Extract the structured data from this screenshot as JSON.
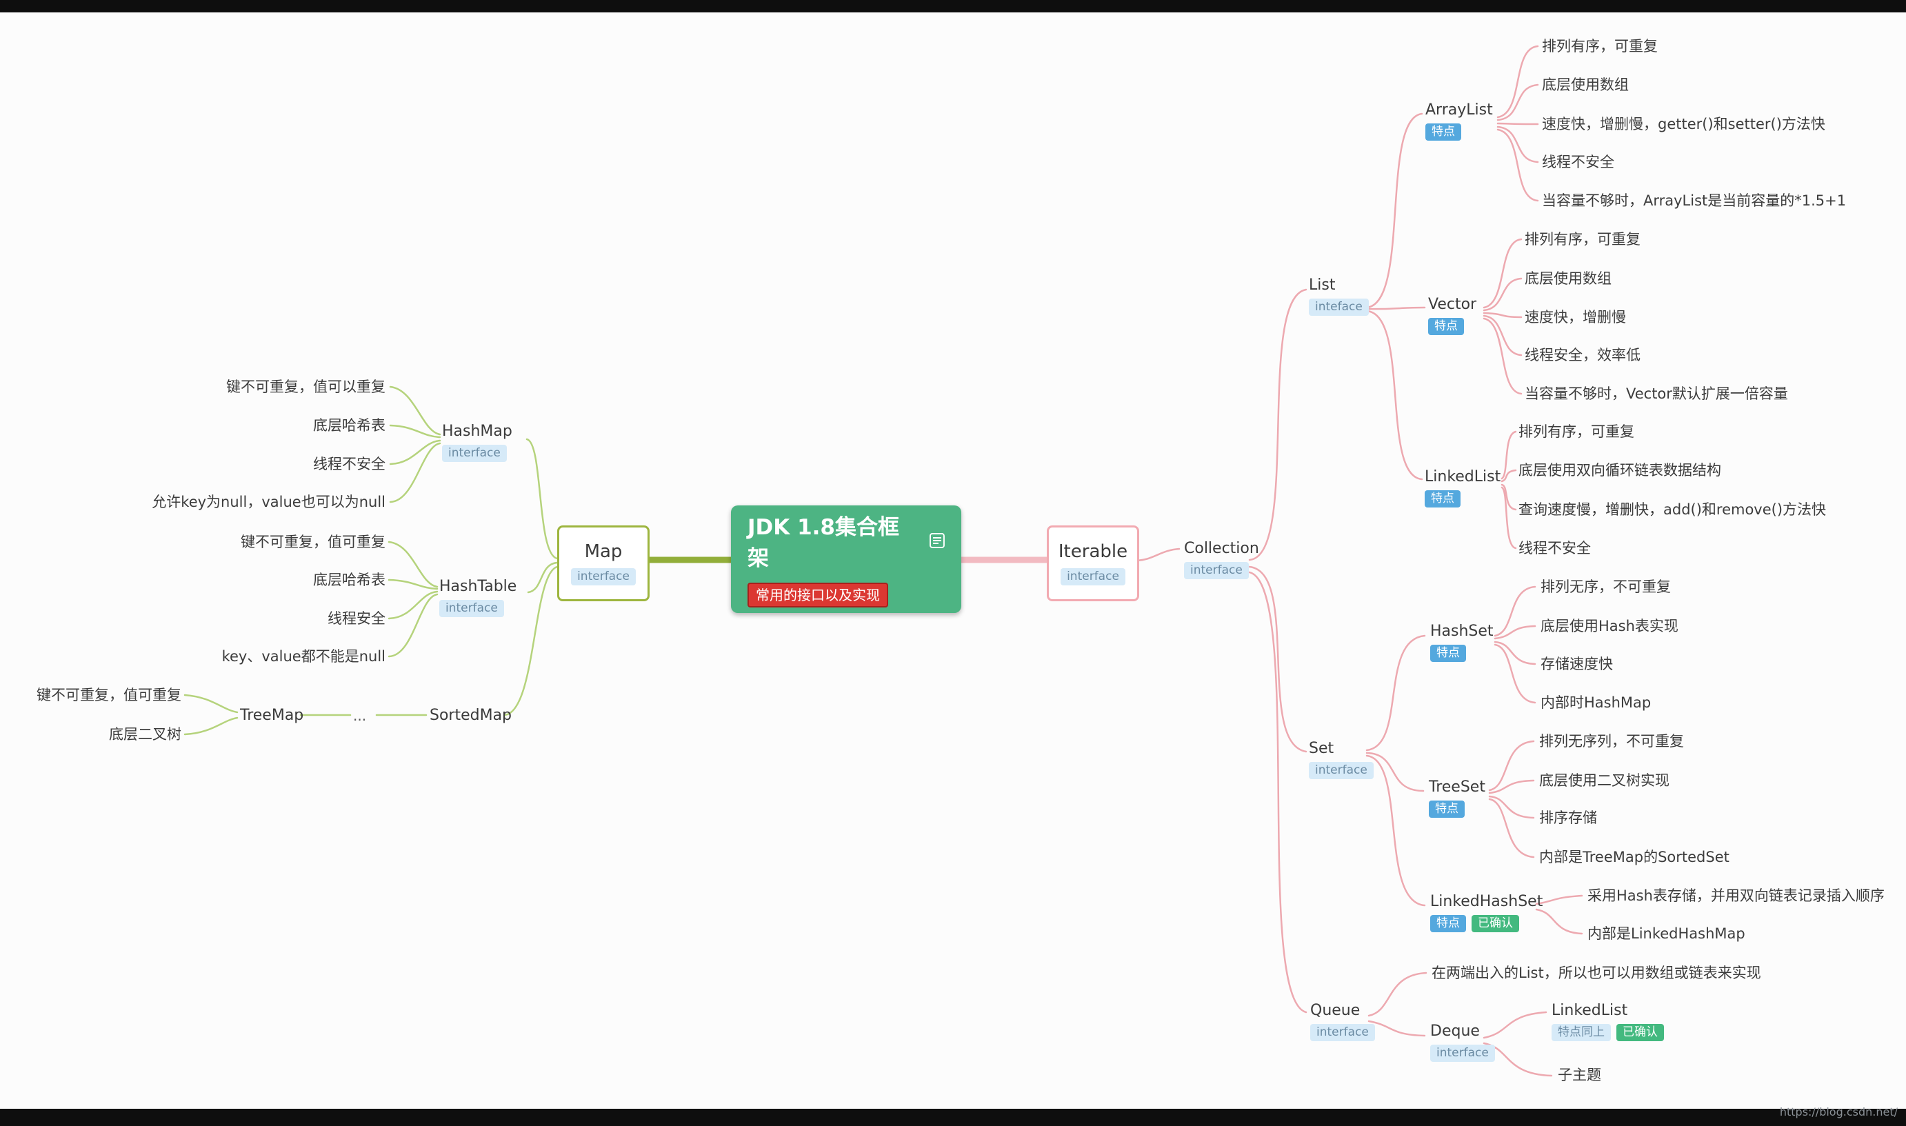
{
  "center": {
    "title": "JDK 1.8集合框架",
    "badge": "常用的接口以及实现"
  },
  "watermark": "https://blog.csdn.net/",
  "map_branch": {
    "map": {
      "label": "Map",
      "badge": "interface"
    },
    "hashmap": {
      "label": "HashMap",
      "badge": "interface",
      "features": [
        "键不可重复，值可以重复",
        "底层哈希表",
        "线程不安全",
        "允许key为null，value也可以为null"
      ]
    },
    "hashtable": {
      "label": "HashTable",
      "badge": "interface",
      "features": [
        "键不可重复，值可重复",
        "底层哈希表",
        "线程安全",
        "key、value都不能是null"
      ]
    },
    "sortedmap": {
      "label": "SortedMap"
    },
    "ellipsis": "...",
    "treemap": {
      "label": "TreeMap",
      "features": [
        "键不可重复，值可重复",
        "底层二叉树"
      ]
    }
  },
  "right": {
    "iterable": {
      "label": "Iterable",
      "badge": "interface"
    },
    "collection": {
      "label": "Collection",
      "badge": "interface"
    },
    "list": {
      "label": "List",
      "badge": "inteface"
    },
    "arraylist": {
      "label": "ArrayList",
      "badge": "特点",
      "features": [
        "排列有序，可重复",
        "底层使用数组",
        "速度快，增删慢，getter()和setter()方法快",
        "线程不安全",
        "当容量不够时，ArrayList是当前容量的*1.5+1"
      ]
    },
    "vector": {
      "label": "Vector",
      "badge": "特点",
      "features": [
        "排列有序，可重复",
        "底层使用数组",
        "速度快，增删慢",
        "线程安全，效率低",
        "当容量不够时，Vector默认扩展一倍容量"
      ]
    },
    "linkedlist": {
      "label": "LinkedList",
      "badge": "特点",
      "features": [
        "排列有序，可重复",
        "底层使用双向循环链表数据结构",
        "查询速度慢，增删快，add()和remove()方法快",
        "线程不安全"
      ]
    },
    "set": {
      "label": "Set",
      "badge": "interface"
    },
    "hashset": {
      "label": "HashSet",
      "badge": "特点",
      "features": [
        "排列无序，不可重复",
        "底层使用Hash表实现",
        "存储速度快",
        "内部时HashMap"
      ]
    },
    "treeset": {
      "label": "TreeSet",
      "badge": "特点",
      "features": [
        "排列无序列，不可重复",
        "底层使用二叉树实现",
        "排序存储",
        "内部是TreeMap的SortedSet"
      ]
    },
    "linkedhashset": {
      "label": "LinkedHashSet",
      "badge_feature": "特点",
      "badge_confirm": "已确认",
      "features": [
        "采用Hash表存储，并用双向链表记录插入顺序",
        "内部是LinkedHashMap"
      ]
    },
    "queue": {
      "label": "Queue",
      "badge": "interface",
      "note": "在两端出入的List，所以也可以用数组或链表来实现"
    },
    "deque": {
      "label": "Deque",
      "badge": "interface"
    },
    "deque_linkedlist": {
      "label": "LinkedList",
      "badge_same": "特点同上",
      "badge_confirm": "已确认"
    },
    "subtopic": "子主题"
  }
}
